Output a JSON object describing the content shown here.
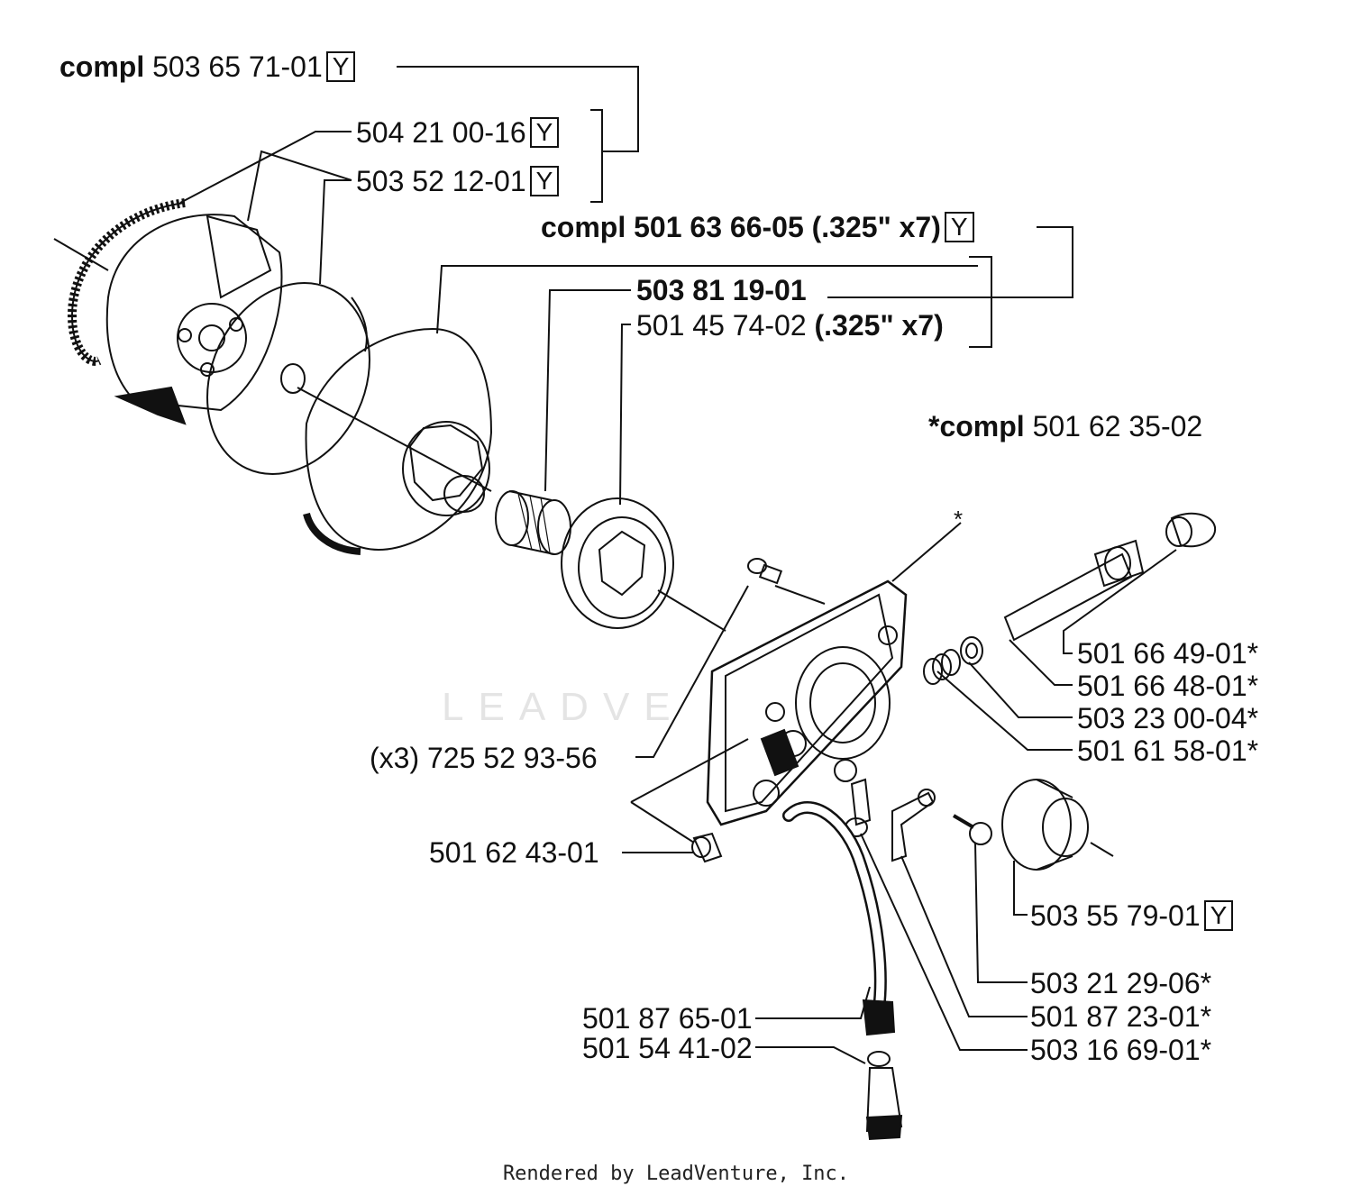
{
  "watermark": "LEADVE",
  "footer": "Rendered by LeadVenture, Inc.",
  "kit_mark": "Y",
  "labels": {
    "compl_clutch": {
      "prefix": "compl",
      "number": "503 65 71-01"
    },
    "spring": "504 21 00-16",
    "shoe": "503 52 12-01",
    "compl_drum": {
      "prefix": "compl",
      "number": "501 63 66-05 (.325\" x7)"
    },
    "bearing": "503 81 19-01",
    "rim": {
      "number": "501 45 74-02",
      "spec": "(.325\" x7)"
    },
    "compl_pump": {
      "prefix": "*compl",
      "number": "501 62 35-02"
    },
    "screws": "(x3) 725 52 93-56",
    "nut": "501 62 43-01",
    "p1": "501 66 49-01*",
    "p2": "501 66 48-01*",
    "p3": "503 23 00-04*",
    "p4": "501 61 58-01*",
    "cap": "503 55 79-01",
    "p5": "503 21 29-06*",
    "p6": "501 87 23-01*",
    "p7": "503 16 69-01*",
    "hose": "501 87 65-01",
    "filter": "501 54 41-02",
    "asterisk": "*"
  }
}
